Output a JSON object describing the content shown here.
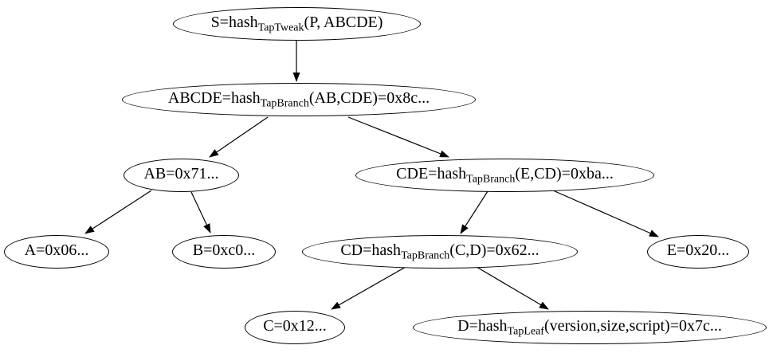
{
  "diagram": {
    "description": "Taproot Merkle hash tree",
    "background_color": "#ffffff",
    "node_border_color": "#000000",
    "text_color": "#000000",
    "edge_color": "#000000",
    "nodes": [
      {
        "id": "S",
        "pre": "S=hash",
        "sub": "TapTweak",
        "post": "(P, ABCDE)"
      },
      {
        "id": "ABCDE",
        "pre": "ABCDE=hash",
        "sub": "TapBranch",
        "post": "(AB,CDE)=0x8c..."
      },
      {
        "id": "AB",
        "pre": "AB=0x71...",
        "sub": "",
        "post": ""
      },
      {
        "id": "CDE",
        "pre": "CDE=hash",
        "sub": "TapBranch",
        "post": "(E,CD)=0xba..."
      },
      {
        "id": "A",
        "pre": "A=0x06...",
        "sub": "",
        "post": ""
      },
      {
        "id": "B",
        "pre": "B=0xc0...",
        "sub": "",
        "post": ""
      },
      {
        "id": "CD",
        "pre": "CD=hash",
        "sub": "TapBranch",
        "post": "(C,D)=0x62..."
      },
      {
        "id": "E",
        "pre": "E=0x20...",
        "sub": "",
        "post": ""
      },
      {
        "id": "C",
        "pre": "C=0x12...",
        "sub": "",
        "post": ""
      },
      {
        "id": "D",
        "pre": "D=hash",
        "sub": "TapLeaf",
        "post": "(version,size,script)=0x7c..."
      }
    ],
    "edges": [
      {
        "from": "S",
        "to": "ABCDE"
      },
      {
        "from": "ABCDE",
        "to": "AB"
      },
      {
        "from": "ABCDE",
        "to": "CDE"
      },
      {
        "from": "AB",
        "to": "A"
      },
      {
        "from": "AB",
        "to": "B"
      },
      {
        "from": "CDE",
        "to": "CD"
      },
      {
        "from": "CDE",
        "to": "E"
      },
      {
        "from": "CD",
        "to": "C"
      },
      {
        "from": "CD",
        "to": "D"
      }
    ]
  }
}
